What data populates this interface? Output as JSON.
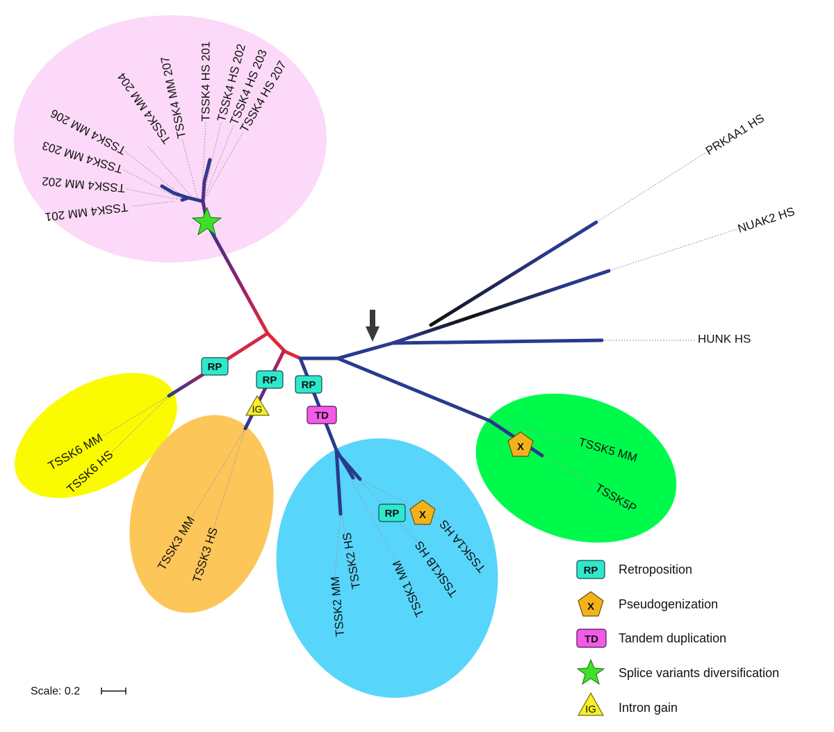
{
  "colors": {
    "branch_blue": "#2a3a8c",
    "branch_red": "#e02a35",
    "branch_purple": "#6a2a8a",
    "branch_black": "#111111",
    "tssk4_cluster": "#fcd9f8",
    "tssk6_cluster": "#fafa00",
    "tssk3_cluster": "#fdc659",
    "tssk12_cluster": "#58d5fb",
    "tssk5_cluster": "#00fa4b",
    "rp_badge": "#2ee8cc",
    "td_badge": "#f45ae8",
    "x_pentagon": "#f4b21a",
    "star": "#3ee02a",
    "ig_triangle": "#f8f024",
    "arrow": "#3a3a3a"
  },
  "leaves": {
    "tssk4_hs_201": "TSSK4 HS 201",
    "tssk4_hs_202": "TSSK4 HS 202",
    "tssk4_hs_203": "TSSK4 HS 203",
    "tssk4_hs_207": "TSSK4 HS 207",
    "tssk4_mm_207": "TSSK4 MM 207",
    "tssk4_mm_204": "TSSK4 MM 204",
    "tssk4_mm_206": "TSSK4 MM 206",
    "tssk4_mm_203": "TSSK4 MM 203",
    "tssk4_mm_202": "TSSK4 MM 202",
    "tssk4_mm_201": "TSSK4 MM 201",
    "prkaa1_hs": "PRKAA1 HS",
    "nuak2_hs": "NUAK2 HS",
    "hunk_hs": "HUNK HS",
    "tssk6_mm": "TSSK6 MM",
    "tssk6_hs": "TSSK6 HS",
    "tssk3_mm": "TSSK3 MM",
    "tssk3_hs": "TSSK3 HS",
    "tssk2_mm": "TSSK2 MM",
    "tssk2_hs": "TSSK2 HS",
    "tssk1_mm": "TSSK1 MM",
    "tssk1b_hs": "TSSK1B HS",
    "tssk1a_hs": "TSSK1A HS",
    "tssk5_mm": "TSSK5 MM",
    "tssk5p": "TSSK5P"
  },
  "markers": {
    "rp": "RP",
    "td": "TD",
    "x": "X",
    "ig": "IG"
  },
  "legend": {
    "retroposition": "Retroposition",
    "pseudogenization": "Pseudogenization",
    "tandem_duplication": "Tandem duplication",
    "splice_variants": "Splice variants diversification",
    "intron_gain": "Intron gain"
  },
  "scale": {
    "label": "Scale: 0.2"
  }
}
